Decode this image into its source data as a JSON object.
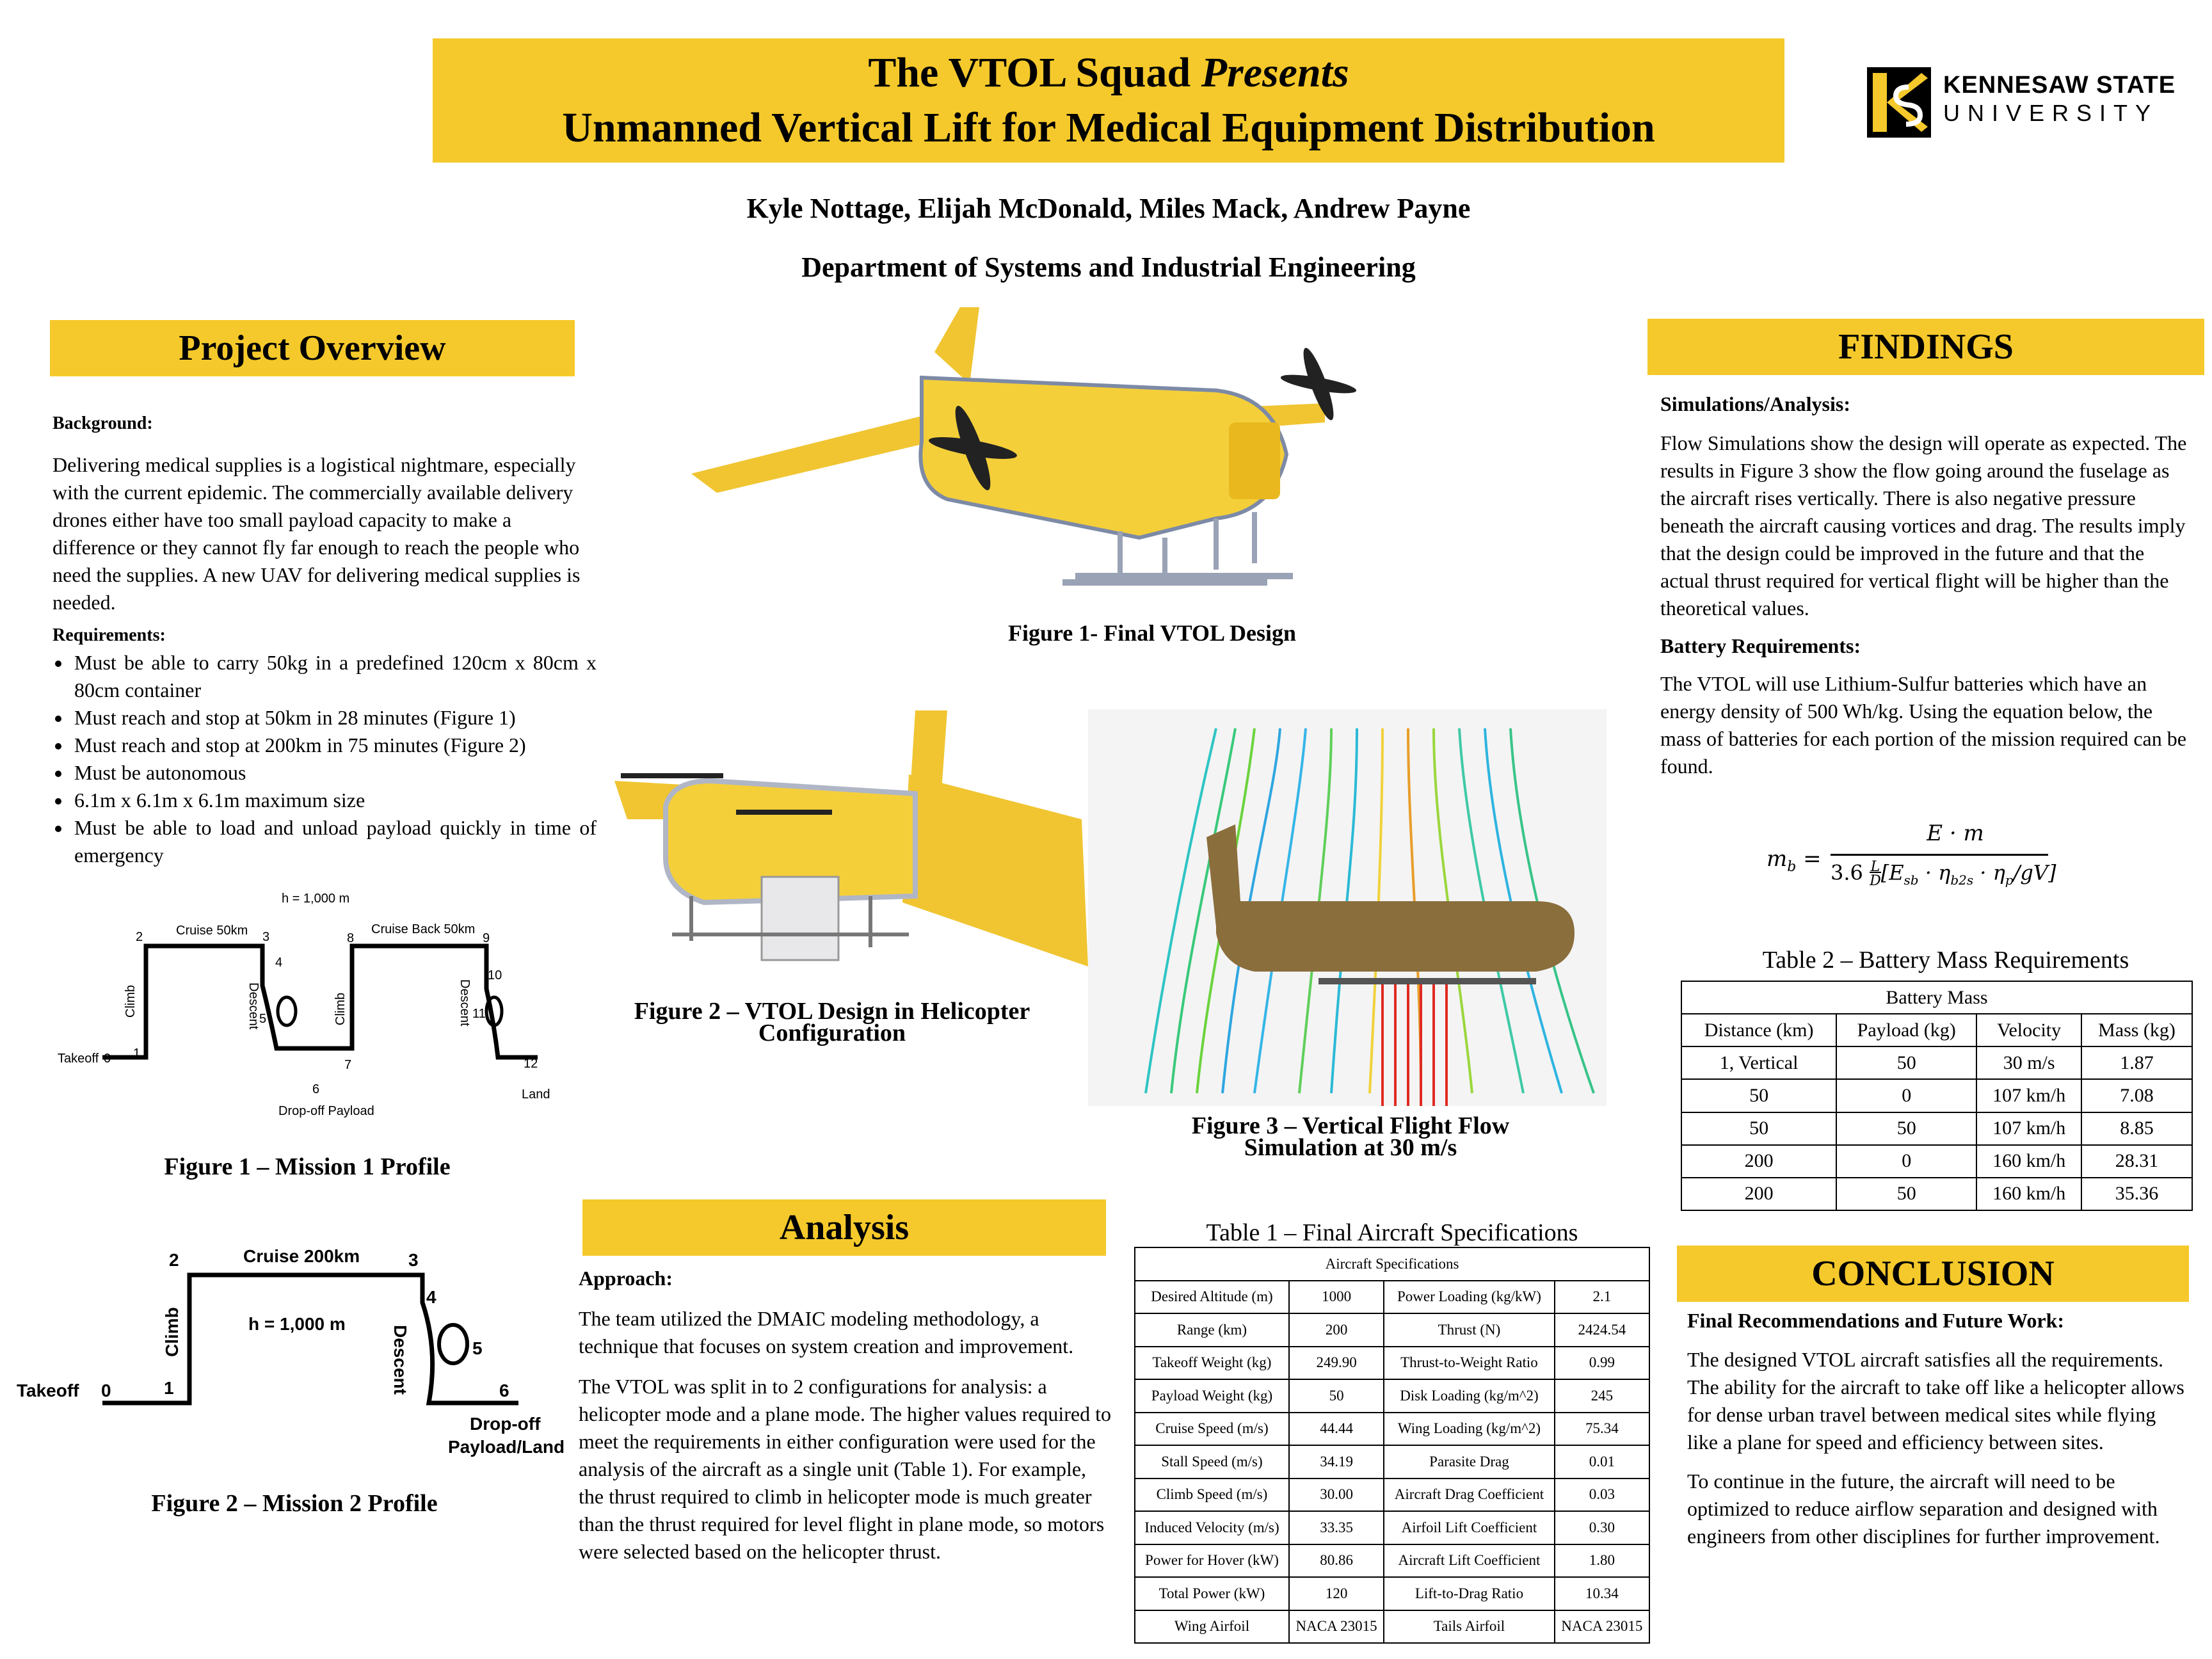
{
  "header": {
    "title_line1_main": "The VTOL Squad",
    "title_line1_italic": "Presents",
    "title_line2": "Unmanned Vertical Lift for Medical Equipment Distribution",
    "authors": "Kyle Nottage, Elijah McDonald, Miles Mack, Andrew Payne",
    "department": "Department of Systems and Industrial Engineering"
  },
  "logo": {
    "line1": "KENNESAW STATE",
    "line2": "UNIVERSITY",
    "emblem": "KS"
  },
  "overview": {
    "heading": "Project Overview",
    "background_label": "Background:",
    "background_text": "Delivering medical supplies is a logistical nightmare, especially with the current epidemic. The commercially available delivery drones either have too small payload capacity to make a difference or they cannot fly far enough to reach the people who need the supplies. A new UAV for delivering medical supplies is needed.",
    "requirements_label": "Requirements:",
    "requirements": [
      "Must be able to carry 50kg in a predefined 120cm x 80cm x 80cm container",
      "Must reach and stop at 50km in 28 minutes (Figure 1)",
      "Must reach and stop at 200km in 75 minutes (Figure 2)",
      "Must be autonomous",
      "6.1m x 6.1m x 6.1m maximum size",
      "Must be able to load and unload payload quickly in time of emergency"
    ]
  },
  "mission1": {
    "h": "h = 1,000 m",
    "cruise": "Cruise 50km",
    "cruise_back": "Cruise Back  50km",
    "climb": "Climb",
    "descent": "Descent",
    "takeoff": "Takeoff",
    "dropoff": "Drop-off Payload",
    "land": "Land",
    "pts": [
      "0",
      "1",
      "2",
      "3",
      "4",
      "5",
      "6",
      "7",
      "8",
      "9",
      "10",
      "11",
      "12"
    ],
    "caption": "Figure 1 – Mission 1 Profile"
  },
  "mission2": {
    "cruise": "Cruise 200km",
    "h": "h = 1,000 m",
    "climb": "Climb",
    "descent": "Descent",
    "takeoff": "Takeoff",
    "dropoff1": "Drop-off",
    "dropoff2": "Payload/Land",
    "pts": [
      "0",
      "1",
      "2",
      "3",
      "4",
      "5",
      "6"
    ],
    "caption": "Figure 2 – Mission 2 Profile"
  },
  "figures": {
    "fig1": "Figure 1- Final VTOL Design",
    "fig2_l1": "Figure 2 – VTOL Design in Helicopter",
    "fig2_l2": "Configuration",
    "fig3_l1": "Figure 3 – Vertical Flight Flow",
    "fig3_l2": "Simulation at 30 m/s"
  },
  "analysis": {
    "heading": "Analysis",
    "approach_label": "Approach:",
    "p1": " The team utilized the DMAIC modeling methodology, a technique that focuses on system creation and improvement.",
    "p2": "The VTOL was split in to 2 configurations for analysis: a helicopter mode and a plane mode. The higher values required to meet the requirements in either configuration were used for the analysis of the aircraft as a single unit (Table 1). For example, the thrust required to climb in helicopter mode is much greater than the thrust required for level flight in plane mode, so motors were selected based on the helicopter thrust."
  },
  "table1": {
    "caption": "Table 1 – Final Aircraft Specifications",
    "header": "Aircraft Specifications",
    "rows": [
      [
        "Desired Altitude (m)",
        "1000",
        "Power Loading (kg/kW)",
        "2.1"
      ],
      [
        "Range (km)",
        "200",
        "Thrust (N)",
        "2424.54"
      ],
      [
        "Takeoff Weight (kg)",
        "249.90",
        "Thrust-to-Weight Ratio",
        "0.99"
      ],
      [
        "Payload Weight (kg)",
        "50",
        "Disk Loading (kg/m^2)",
        "245"
      ],
      [
        "Cruise Speed (m/s)",
        "44.44",
        "Wing Loading (kg/m^2)",
        "75.34"
      ],
      [
        "Stall Speed (m/s)",
        "34.19",
        "Parasite Drag",
        "0.01"
      ],
      [
        "Climb Speed (m/s)",
        "30.00",
        "Aircraft Drag Coefficient",
        "0.03"
      ],
      [
        "Induced Velocity (m/s)",
        "33.35",
        "Airfoil Lift Coefficient",
        "0.30"
      ],
      [
        "Power for Hover (kW)",
        "80.86",
        "Aircraft Lift Coefficient",
        "1.80"
      ],
      [
        "Total Power (kW)",
        "120",
        "Lift-to-Drag Ratio",
        "10.34"
      ],
      [
        "Wing Airfoil",
        "NACA 23015",
        "Tails Airfoil",
        "NACA 23015"
      ]
    ]
  },
  "findings": {
    "heading": "FINDINGS",
    "sim_label": "Simulations/Analysis:",
    "sim_text": "Flow Simulations show the design will operate as expected. The results in Figure 3 show the flow going around the fuselage as the aircraft rises vertically. There is also negative pressure beneath the aircraft causing vortices and drag. The results imply that the design could be improved in the future and that the actual thrust required for vertical flight will be higher than the theoretical values.",
    "battery_label": "Battery Requirements:",
    "battery_text": "The VTOL will use Lithium-Sulfur batteries which have an energy density of 500 Wh/kg. Using the equation below, the mass of batteries for each portion of the mission required can be found.",
    "eq_lhs": "m",
    "eq_lhs_sub": "b",
    "eq_num": "E · m",
    "eq_den": "3.6",
    "eq_L": "L",
    "eq_D": "D",
    "eq_bracket": "[E",
    "eq_sb": "sb",
    "eq_mid": " · η",
    "eq_b2s": "b2s",
    "eq_mid2": " · η",
    "eq_p": "p",
    "eq_end": "/gV]"
  },
  "table2": {
    "caption": "Table 2 – Battery Mass Requirements",
    "header": "Battery Mass",
    "columns": [
      "Distance (km)",
      "Payload (kg)",
      "Velocity",
      "Mass (kg)"
    ],
    "rows": [
      [
        "1, Vertical",
        "50",
        "30 m/s",
        "1.87"
      ],
      [
        "50",
        "0",
        "107 km/h",
        "7.08"
      ],
      [
        "50",
        "50",
        "107 km/h",
        "8.85"
      ],
      [
        "200",
        "0",
        "160 km/h",
        "28.31"
      ],
      [
        "200",
        "50",
        "160 km/h",
        "35.36"
      ]
    ]
  },
  "conclusion": {
    "heading": "CONCLUSION",
    "label": "Final Recommendations and Future Work:",
    "p1": "The designed VTOL aircraft satisfies all the requirements. The ability for the aircraft to take off like a helicopter allows for dense urban travel between medical sites while flying like a plane for speed and efficiency between sites.",
    "p2": "To continue in the future, the aircraft will need to be optimized to reduce airflow separation and designed with engineers from other disciplines for further improvement."
  },
  "colors": {
    "accent_yellow": "#f5c92b",
    "text": "#000000"
  }
}
